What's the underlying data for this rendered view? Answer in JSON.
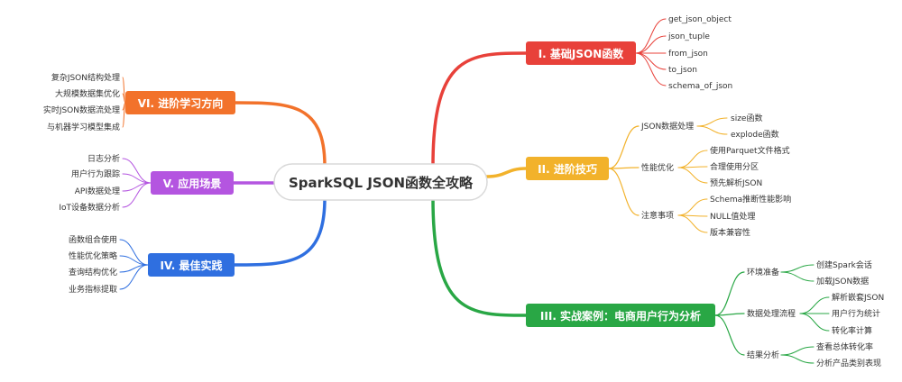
{
  "root": {
    "label": "SparkSQL JSON函数全攻略"
  },
  "branches": [
    {
      "id": "b1",
      "label": "I. 基础JSON函数",
      "color": "#e8413a",
      "children": [
        {
          "label": "get_json_object"
        },
        {
          "label": "json_tuple"
        },
        {
          "label": "from_json"
        },
        {
          "label": "to_json"
        },
        {
          "label": "schema_of_json"
        }
      ]
    },
    {
      "id": "b2",
      "label": "II. 进阶技巧",
      "color": "#f2b22b",
      "children": [
        {
          "label": "JSON数据处理",
          "children": [
            {
              "label": "size函数"
            },
            {
              "label": "explode函数"
            }
          ]
        },
        {
          "label": "性能优化",
          "children": [
            {
              "label": "使用Parquet文件格式"
            },
            {
              "label": "合理使用分区"
            },
            {
              "label": "预先解析JSON"
            }
          ]
        },
        {
          "label": "注意事项",
          "children": [
            {
              "label": "Schema推断性能影响"
            },
            {
              "label": "NULL值处理"
            },
            {
              "label": "版本兼容性"
            }
          ]
        }
      ]
    },
    {
      "id": "b3",
      "label": "III. 实战案例：电商用户行为分析",
      "color": "#29a745",
      "children": [
        {
          "label": "环境准备",
          "children": [
            {
              "label": "创建Spark会话"
            },
            {
              "label": "加载JSON数据"
            }
          ]
        },
        {
          "label": "数据处理流程",
          "children": [
            {
              "label": "解析嵌套JSON"
            },
            {
              "label": "用户行为统计"
            },
            {
              "label": "转化率计算"
            }
          ]
        },
        {
          "label": "结果分析",
          "children": [
            {
              "label": "查看总体转化率"
            },
            {
              "label": "分析产品类别表现"
            }
          ]
        }
      ]
    },
    {
      "id": "b4",
      "label": "IV. 最佳实践",
      "color": "#2f6fe0",
      "children": [
        {
          "label": "函数组合使用"
        },
        {
          "label": "性能优化策略"
        },
        {
          "label": "查询结构优化"
        },
        {
          "label": "业务指标提取"
        }
      ]
    },
    {
      "id": "b5",
      "label": "V. 应用场景",
      "color": "#b455e0",
      "children": [
        {
          "label": "日志分析"
        },
        {
          "label": "用户行为跟踪"
        },
        {
          "label": "API数据处理"
        },
        {
          "label": "IoT设备数据分析"
        }
      ]
    },
    {
      "id": "b6",
      "label": "VI. 进阶学习方向",
      "color": "#f2722b",
      "children": [
        {
          "label": "复杂JSON结构处理"
        },
        {
          "label": "大规模数据集优化"
        },
        {
          "label": "实时JSON数据流处理"
        },
        {
          "label": "与机器学习模型集成"
        }
      ]
    }
  ]
}
